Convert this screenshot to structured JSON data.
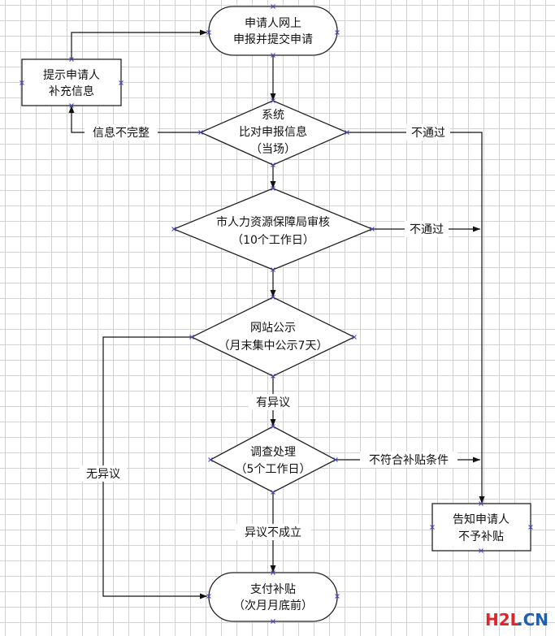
{
  "nodes": {
    "start": [
      "申请人网上",
      "申报并提交申请"
    ],
    "supplement": [
      "提示申请人",
      "补充信息"
    ],
    "system": [
      "系统",
      "比对申报信息",
      "（当场）"
    ],
    "bureau": [
      "市人力资源保障局审核",
      "（10个工作日）"
    ],
    "publicity": [
      "网站公示",
      "（月末集中公示7天）"
    ],
    "investigate": [
      "调查处理",
      "（5个工作日）"
    ],
    "notify": [
      "告知申请人",
      "不予补贴"
    ],
    "pay": [
      "支付补贴",
      "（次月月底前）"
    ]
  },
  "edges": {
    "incomplete": "信息不完整",
    "fail1": "不通过",
    "fail2": "不通过",
    "objection": "有异议",
    "no_objection": "无异议",
    "not_eligible": "不符合补贴条件",
    "objection_invalid": "异议不成立"
  },
  "watermark": {
    "left": "H2L",
    "right": ".CN"
  }
}
